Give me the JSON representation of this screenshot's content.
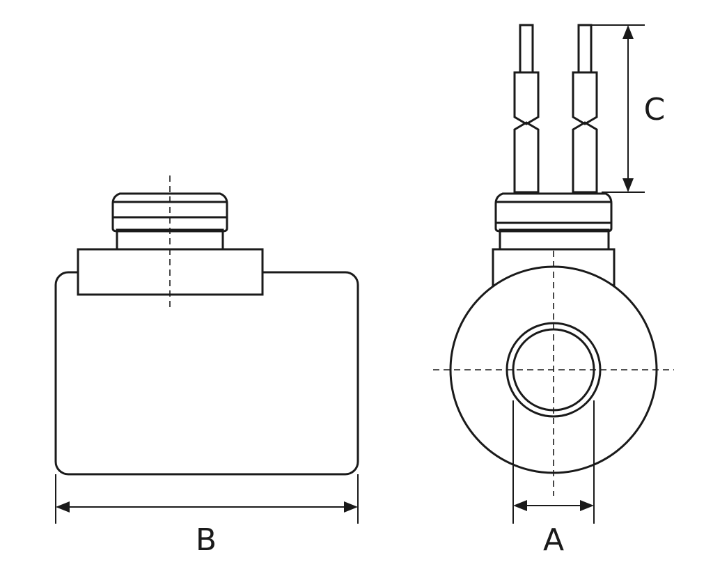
{
  "dimension_labels": {
    "a": "A",
    "b": "B",
    "c": "C"
  },
  "colors": {
    "line": "#1a1a1a",
    "background": "#ffffff"
  }
}
